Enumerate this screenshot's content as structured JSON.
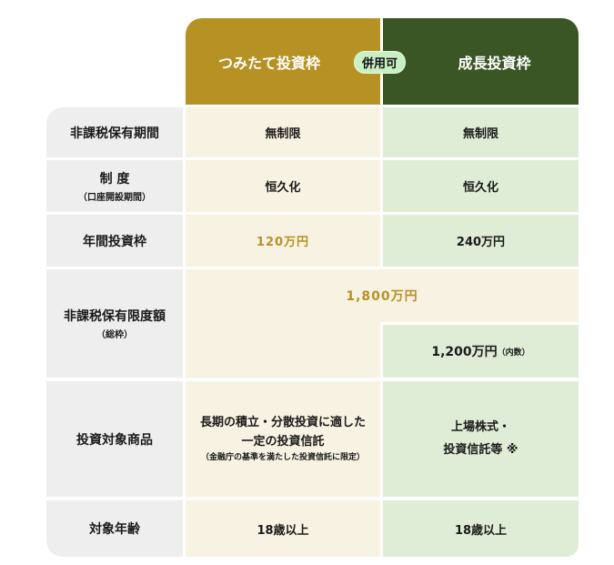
{
  "header": {
    "col1": "つみたて投資枠",
    "col2": "成長投資枠",
    "badge": "併用可"
  },
  "colors": {
    "gold": "#B69224",
    "dark_green": "#3A5625",
    "cream": "#F8F2E2",
    "light_green": "#E0EDD6",
    "label_gray": "#EEEEEE"
  },
  "rows": [
    {
      "label": "非課税保有期間",
      "col1": "無制限",
      "col2": "無制限"
    },
    {
      "label": "制 度",
      "label_sub": "（口座開設期間）",
      "col1": "恒久化",
      "col2": "恒久化"
    },
    {
      "label": "年間投資枠",
      "col1": "120万円",
      "col2": "240万円"
    },
    {
      "label": "非課税保有限度額",
      "label_sub": "（総枠）",
      "merged": "1,800万円",
      "col2": "1,200万円",
      "col2_note": "（内数）"
    },
    {
      "label": "投資対象商品",
      "col1_line1": "長期の積立・分散投資に適した",
      "col1_line2": "一定の投資信託",
      "col1_note": "（金融庁の基準を満たした投資信託に限定）",
      "col2_line1": "上場株式・",
      "col2_line2": "投資信託等 ※"
    },
    {
      "label": "対象年齢",
      "col1": "18歳以上",
      "col2": "18歳以上"
    }
  ]
}
